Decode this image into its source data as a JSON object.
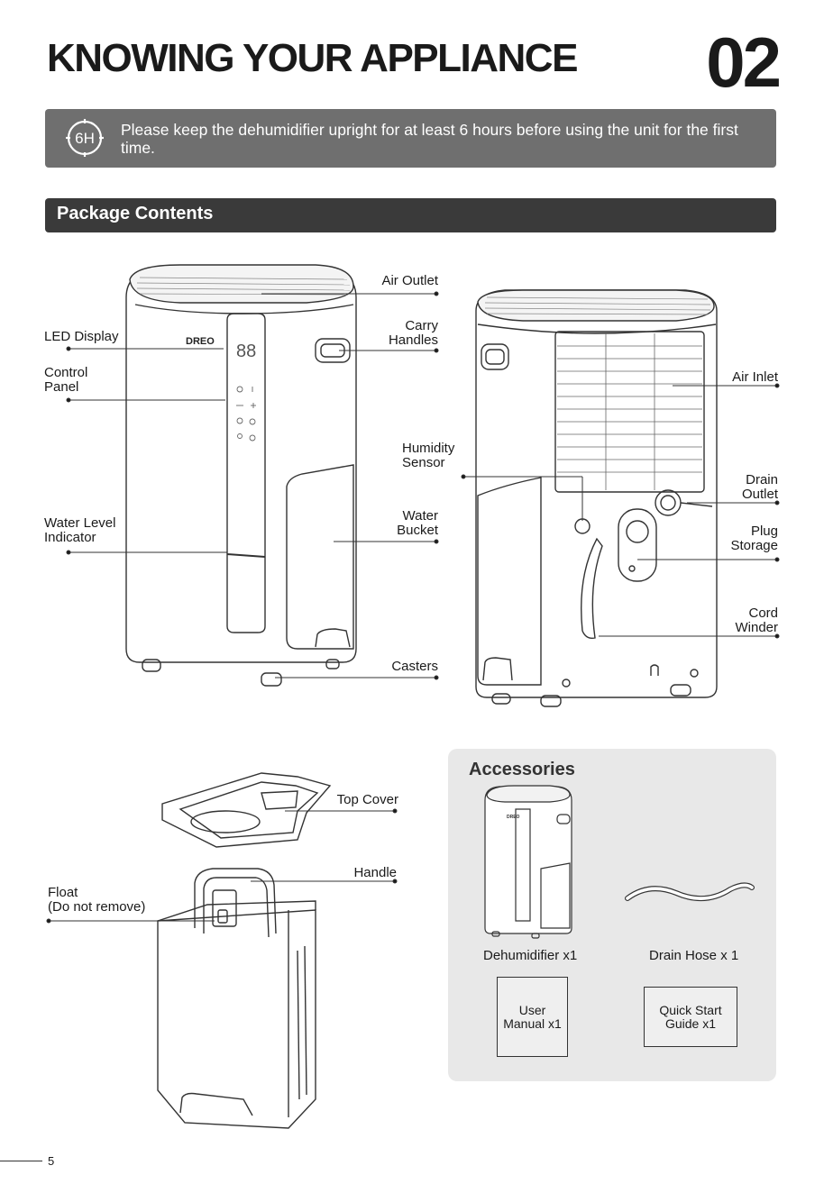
{
  "header": {
    "title": "KNOWING YOUR APPLIANCE",
    "chapter": "02"
  },
  "notice": {
    "badge": "6H",
    "text": "Please keep the dehumidifier upright for at least 6 hours before using the unit for the first time."
  },
  "section": {
    "title": "Package Contents"
  },
  "front_labels": {
    "air_outlet": "Air Outlet",
    "led_display": "LED Display",
    "carry_handles": "Carry\nHandles",
    "control_panel": "Control\nPanel",
    "water_level": "Water Level\nIndicator",
    "water_bucket": "Water\nBucket",
    "casters": "Casters",
    "brand": "DREO"
  },
  "back_labels": {
    "humidity_sensor": "Humidity\nSensor",
    "air_inlet": "Air Inlet",
    "drain_outlet": "Drain\nOutlet",
    "plug_storage": "Plug\nStorage",
    "cord_winder": "Cord\nWinder"
  },
  "bucket_labels": {
    "top_cover": "Top Cover",
    "handle": "Handle",
    "float": "Float\n(Do not remove)"
  },
  "accessories": {
    "title": "Accessories",
    "dehumidifier": "Dehumidifier x1",
    "drain_hose": "Drain Hose x 1",
    "user_manual": "User\nManual x1",
    "quick_start": "Quick Start\nGuide x1"
  },
  "footer": {
    "page": "5"
  }
}
